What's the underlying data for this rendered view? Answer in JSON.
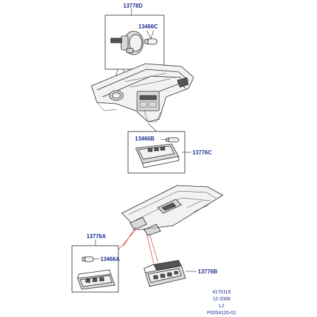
{
  "callouts": {
    "top_assembly": "13778D",
    "top_bulb": "13466C",
    "mid_bulb": "13466B",
    "mid_assembly": "13776C",
    "lower_assembly": "13776A",
    "lower_bulb": "13466A",
    "console_assembly": "13776B"
  },
  "footer": {
    "line1": "4170115",
    "line2": "12-2008",
    "line3": "LJ",
    "line4": "P0204120-01"
  },
  "colors": {
    "callout_text": "#1c2d8f",
    "leader_red": "#d23a3a",
    "line_art": "#222222"
  }
}
